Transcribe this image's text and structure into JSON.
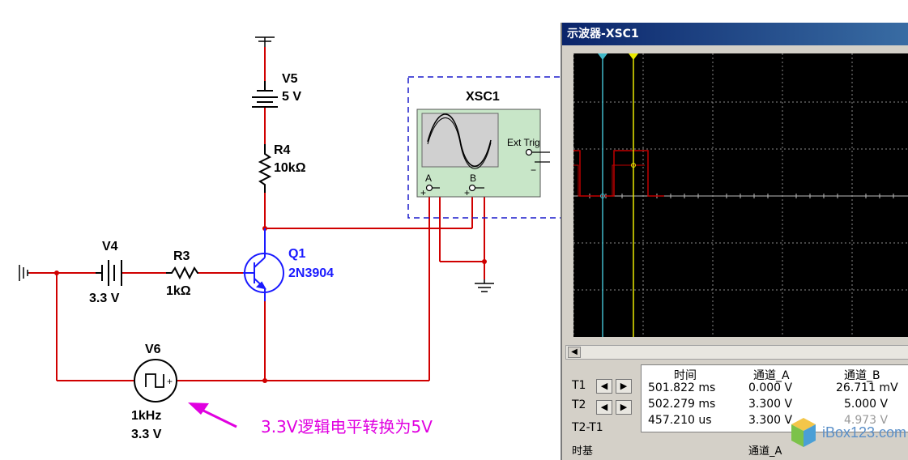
{
  "schematic": {
    "v5": {
      "name": "V5",
      "value": "5 V"
    },
    "r4": {
      "name": "R4",
      "value": "10kΩ"
    },
    "v4": {
      "name": "V4",
      "value": "3.3 V"
    },
    "r3": {
      "name": "R3",
      "value": "1kΩ"
    },
    "q1": {
      "name": "Q1",
      "value": "2N3904"
    },
    "v6": {
      "name": "V6",
      "freq": "1kHz",
      "value": "3.3 V"
    },
    "xsc1": {
      "name": "XSC1",
      "ext_trig": "Ext Trig",
      "a": "A",
      "b": "B"
    },
    "annotation": "3.3V逻辑电平转换为5V",
    "colors": {
      "wire": "#d00000",
      "component": "#1a1aff",
      "instrument_bg": "#c8e6c8",
      "annotation": "#e000e0"
    }
  },
  "scope": {
    "title": "示波器-XSC1",
    "scroll_left_icon": "arrow-left-icon",
    "t1_label": "T1",
    "t2_label": "T2",
    "t2t1_label": "T2-T1",
    "headers": {
      "time": "时间",
      "channel_a": "通道_A",
      "channel_b": "通道_B"
    },
    "rows": [
      {
        "time": "501.822 ms",
        "a": "0.000 V",
        "b": "26.711 mV"
      },
      {
        "time": "502.279 ms",
        "a": "3.300 V",
        "b": "5.000 V"
      },
      {
        "time": "457.210 us",
        "a": "3.300 V",
        "b": "4.973 V"
      }
    ],
    "bottom_left": "时基",
    "bottom_right": "通道_A"
  },
  "watermark": {
    "text": "iBox123.com"
  }
}
